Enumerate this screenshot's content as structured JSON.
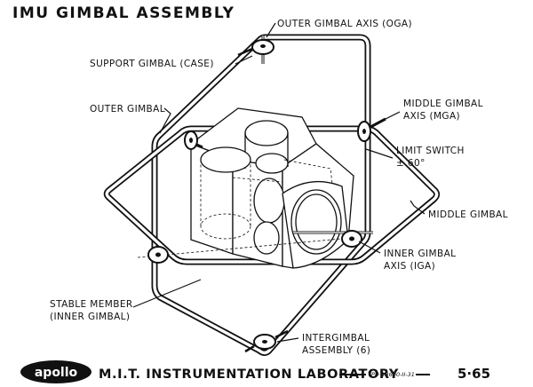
{
  "title": "IMU GIMBAL ASSEMBLY",
  "labels": {
    "oga": "OUTER GIMBAL AXIS (OGA)",
    "support": "SUPPORT GIMBAL (CASE)",
    "outer": "OUTER GIMBAL",
    "mga_1": "MIDDLE GIMBAL",
    "mga_2": "AXIS (MGA)",
    "limit_1": "LIMIT SWITCH",
    "limit_2": "± 60°",
    "middle": "MIDDLE GIMBAL",
    "iga_1": "INNER GIMBAL",
    "iga_2": "AXIS (IGA)",
    "stable_1": "STABLE MEMBER",
    "stable_2": "(INNER GIMBAL)",
    "intergimbal_1": "INTERGIMBAL",
    "intergimbal_2": "ASSEMBLY (6)"
  },
  "footer": {
    "logo": "apollo",
    "lab": "M.I.T. INSTRUMENTATION LABORATORY",
    "tp": "TP# 13600-II-31",
    "page": "5·65"
  }
}
